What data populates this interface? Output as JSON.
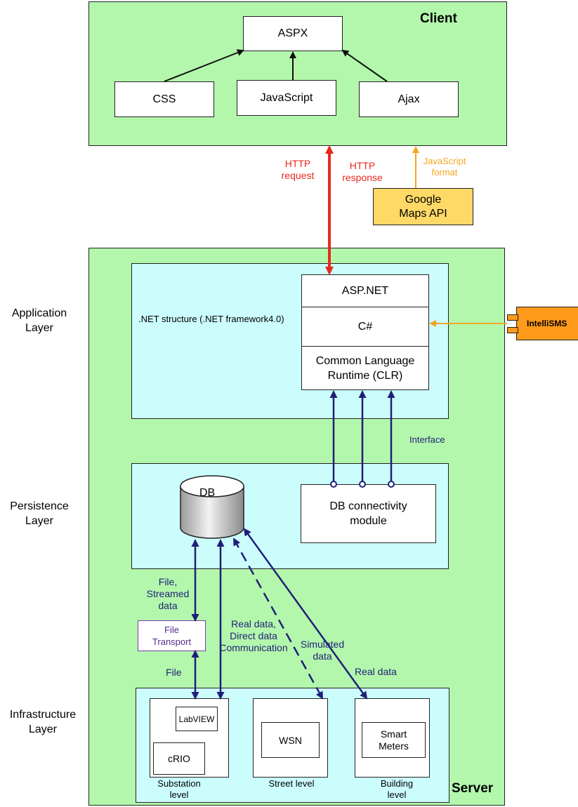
{
  "client": {
    "title": "Client",
    "aspx": "ASPX",
    "css": "CSS",
    "javascript": "JavaScript",
    "ajax": "Ajax"
  },
  "links": {
    "http_request": "HTTP\nrequest",
    "http_response": "HTTP\nresponse",
    "js_format": "JavaScript\nformat",
    "interface": "Interface",
    "file_streamed": "File,\nStreamed\ndata",
    "file": "File",
    "real_direct": "Real data,\nDirect data\nCommunication",
    "simulated": "Simulated\ndata",
    "real_data": "Real data"
  },
  "google_maps": "Google\nMaps API",
  "intellisms": "IntelliSMS",
  "server": {
    "title": "Server",
    "application_layer": "Application\nLayer",
    "persistence_layer": "Persistence\nLayer",
    "infrastructure_layer": "Infrastructure\nLayer",
    "net_structure": ".NET structure (.NET framework4.0)",
    "aspnet": "ASP.NET",
    "csharp": "C#",
    "clr": "Common Language\nRuntime (CLR)",
    "db": "DB",
    "db_module": "DB connectivity\nmodule",
    "file_transport": "File\nTransport",
    "labview": "LabVIEW",
    "crio": "cRIO",
    "wsn": "WSN",
    "smart_meters": "Smart\nMeters",
    "substation_level": "Substation\nlevel",
    "street_level": "Street level",
    "building_level": "Building\nlevel"
  },
  "colors": {
    "green_panel": "#b3f7ac",
    "cyan_panel": "#ccfdfd",
    "http_arrow": "#e8281e",
    "api_arrow": "#f5a623",
    "data_arrow": "#1f1f78",
    "google_box": "#ffd966",
    "intellisms_box": "#ff9a1a"
  }
}
